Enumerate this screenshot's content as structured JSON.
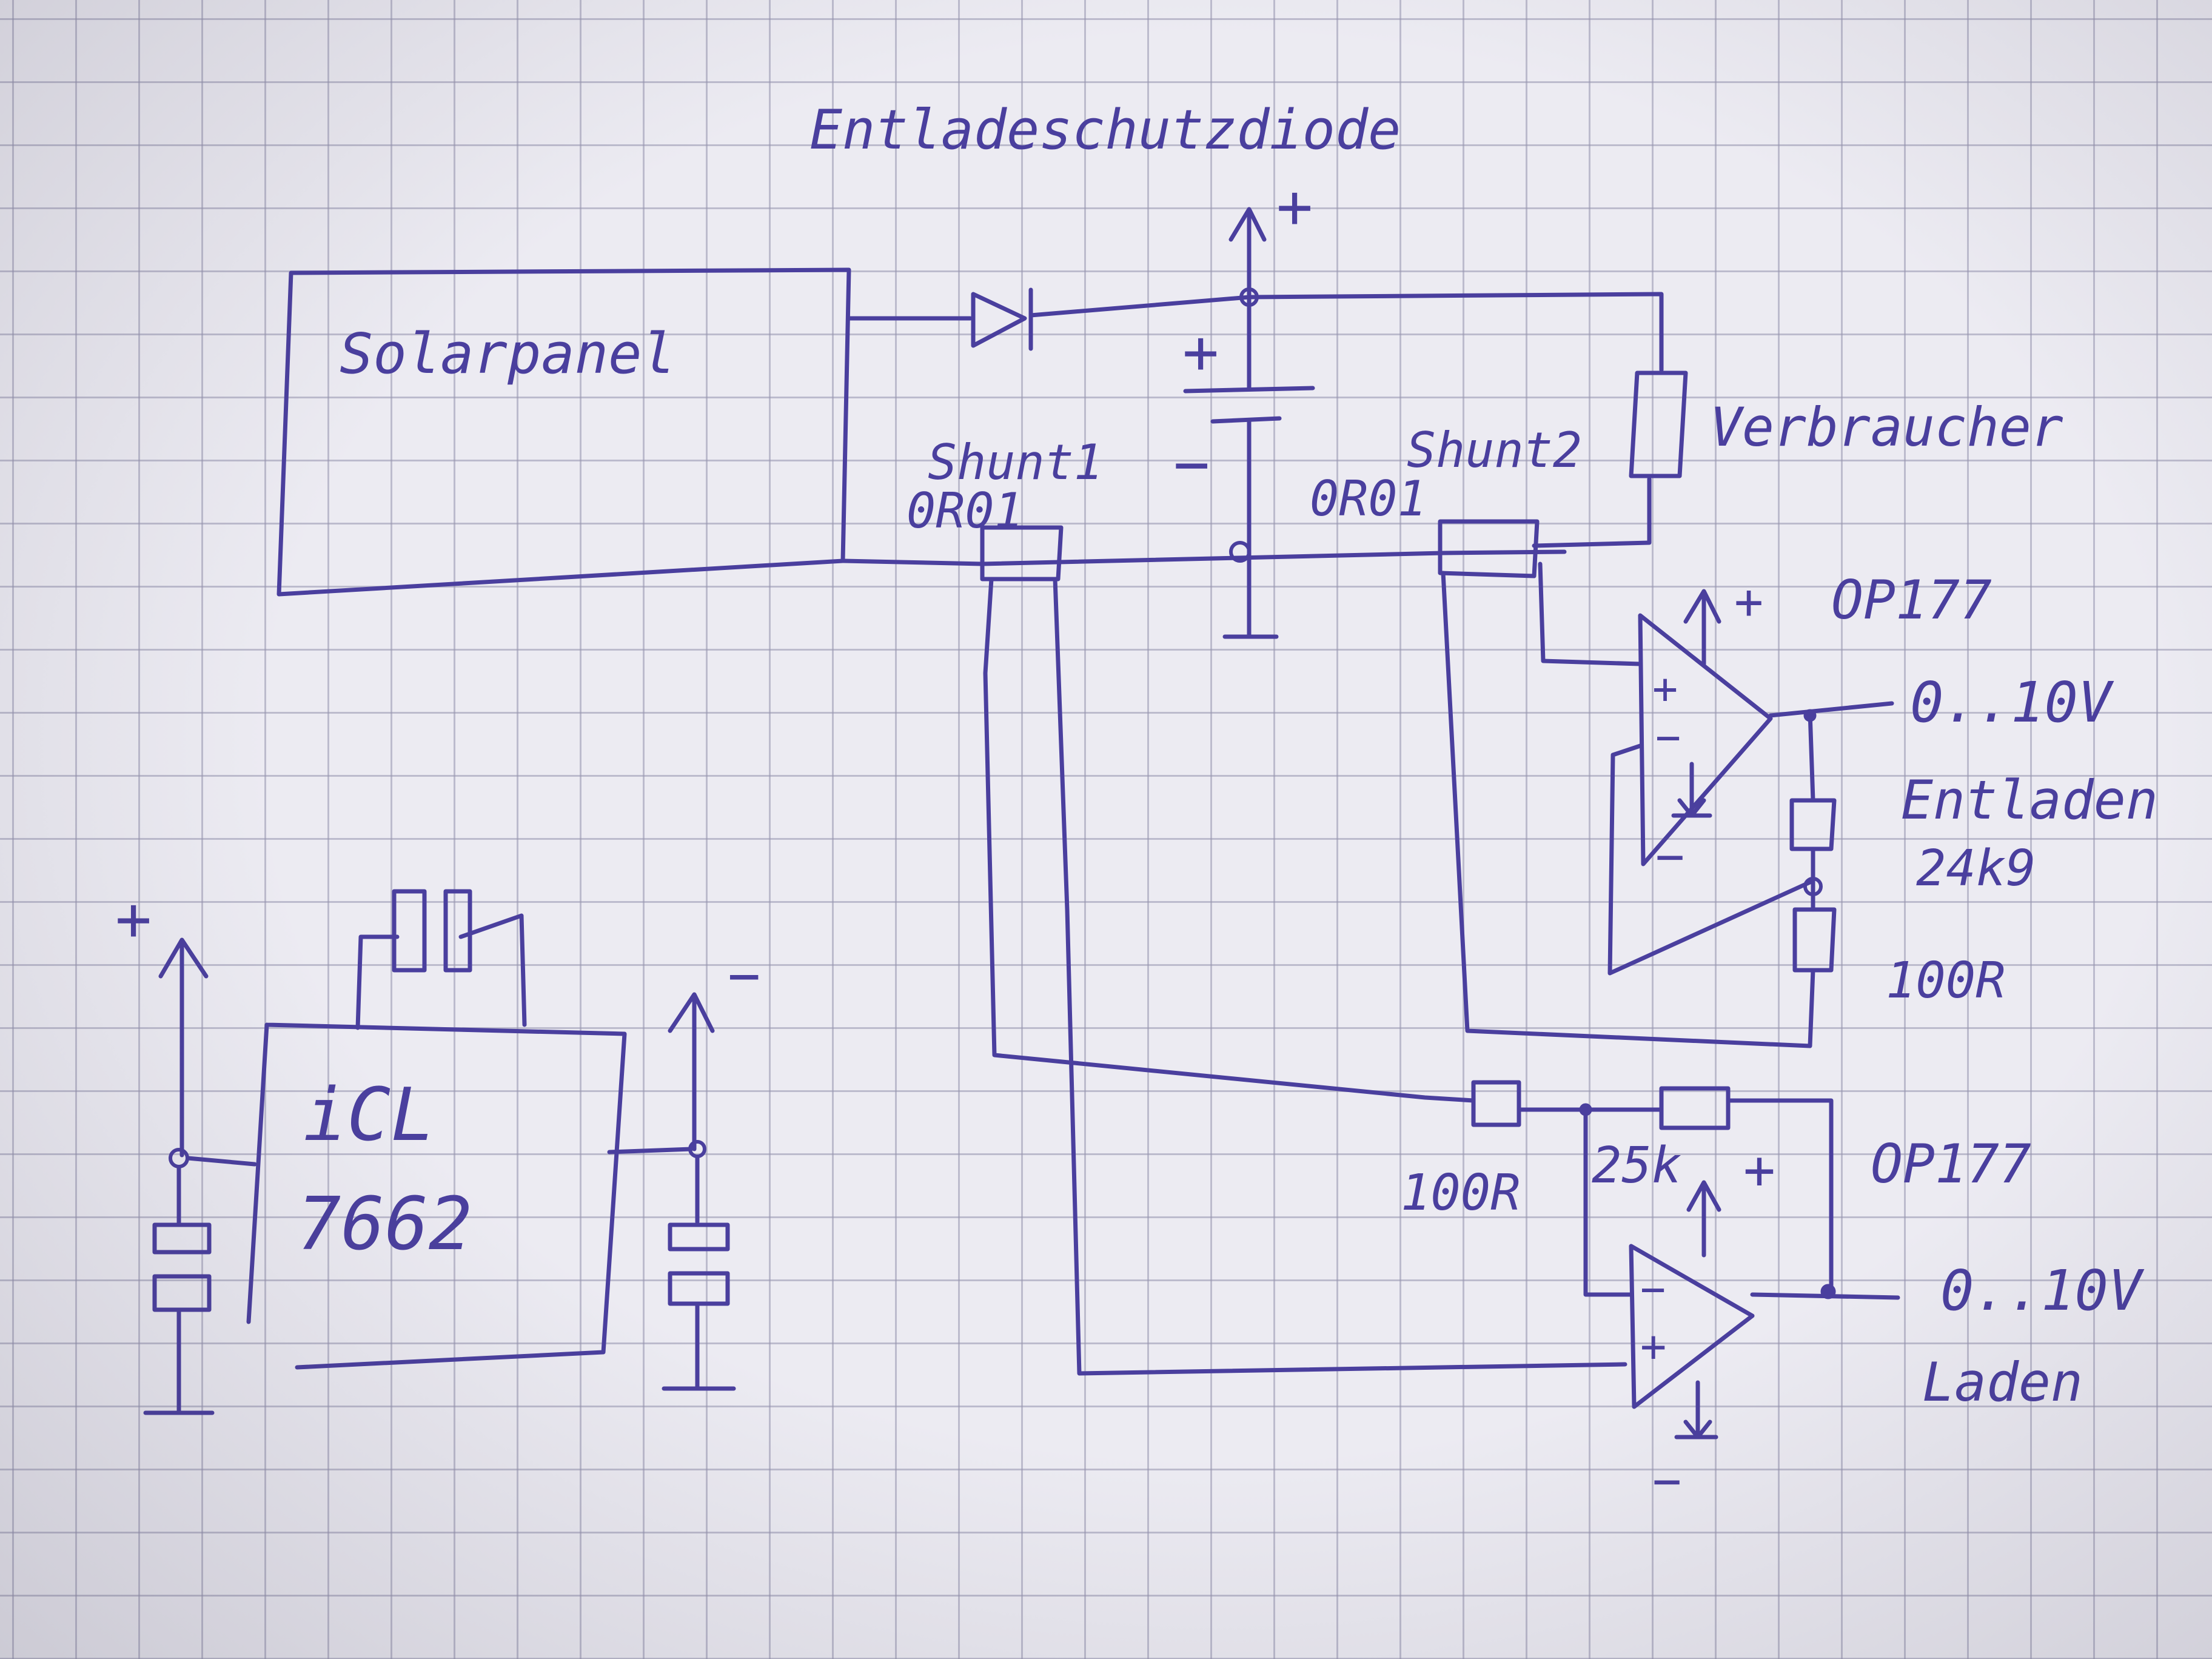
{
  "colors": {
    "ink": "#4a3f9e",
    "paper": "#ecebf2",
    "grid": "#9c9ab3"
  },
  "labels": {
    "diode_title": "Entladeschutzdiode",
    "solar_panel": "Solarpanel",
    "plus_top": "+",
    "plus_battery": "+",
    "minus_battery": "−",
    "load": "Verbraucher",
    "shunt1": "Shunt1",
    "shunt1_value": "0R01",
    "shunt2": "Shunt2",
    "shunt2_value": "0R01",
    "opamp1": "OP177",
    "opamp1_supply": "+",
    "opamp1_in_plus": "+",
    "opamp1_in_minus": "−",
    "opamp1_neg_supply": "−",
    "out1_range": "0..10V",
    "out1_name": "Entladen",
    "r_24k9": "24k9",
    "r_100r_top": "100R",
    "r_100r_bottom": "100R",
    "r_25k": "25k",
    "opamp2": "OP177",
    "opamp2_supply": "+",
    "opamp2_in_minus": "−",
    "opamp2_in_plus": "+",
    "opamp2_neg_supply": "−",
    "out2_range": "0..10V",
    "out2_name": "Laden",
    "icl_line1": "iCL",
    "icl_line2": "7662",
    "icl_plus": "+",
    "icl_minus": "−"
  }
}
